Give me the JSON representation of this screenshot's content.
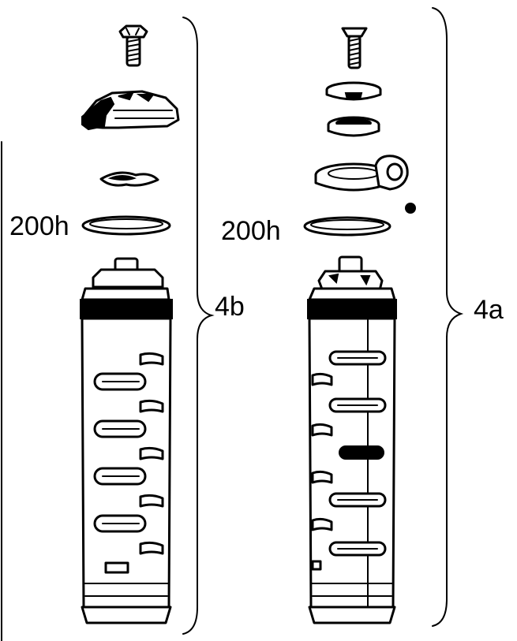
{
  "labels": {
    "interval_left": "200h",
    "interval_right": "200h",
    "group_left": "4b",
    "group_right": "4a"
  },
  "colors": {
    "stroke": "#000000",
    "fill": "#ffffff"
  }
}
